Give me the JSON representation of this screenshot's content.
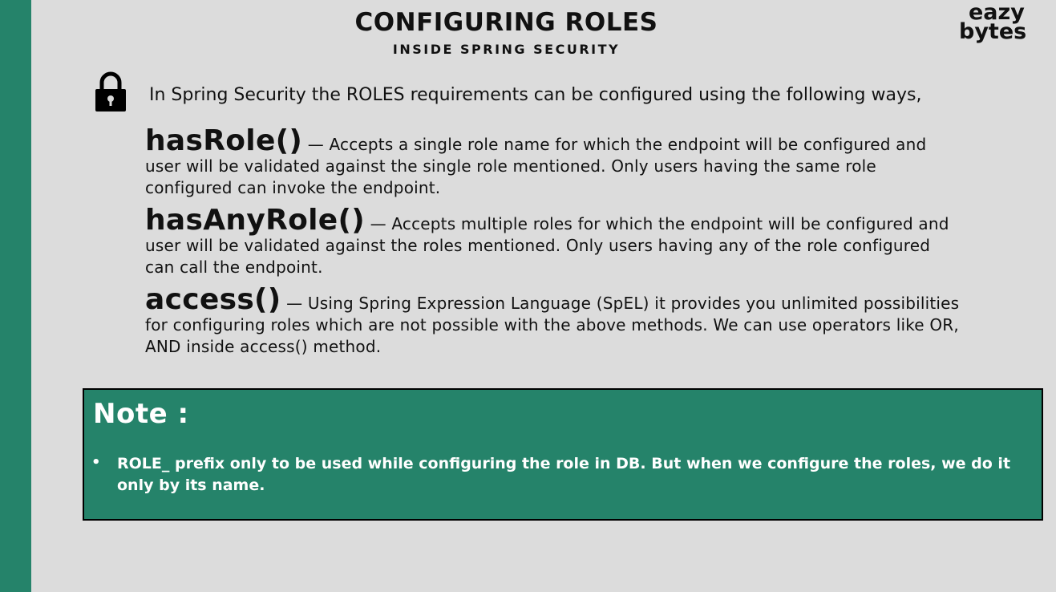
{
  "header": {
    "title": "CONFIGURING ROLES",
    "subtitle": "INSIDE SPRING SECURITY"
  },
  "logo": {
    "line1": "eazy",
    "line2": "bytes"
  },
  "intro": {
    "icon": "lock-icon",
    "text": "In Spring Security the ROLES requirements can be configured using the following ways,"
  },
  "methods": [
    {
      "name": "hasRole()",
      "description": " — Accepts a single role name for which the endpoint will be configured and user will be validated against the single role mentioned. Only users having the same role configured can invoke the endpoint."
    },
    {
      "name": "hasAnyRole()",
      "description": " — Accepts multiple roles for which the endpoint will be configured and user will be validated against the roles mentioned. Only users having any of the role configured can call the endpoint."
    },
    {
      "name": "access()",
      "description": " — Using Spring Expression Language (SpEL) it provides you unlimited possibilities for configuring roles which are not possible with the above methods. We can use operators like OR, AND inside access() method."
    }
  ],
  "note": {
    "title": "Note :",
    "bullet": "•",
    "text": "ROLE_ prefix only to be used while configuring the role in DB. But when we configure the roles, we do it only by its name."
  },
  "colors": {
    "accent": "#25836a",
    "background": "#dcdcdc",
    "text": "#111111"
  }
}
